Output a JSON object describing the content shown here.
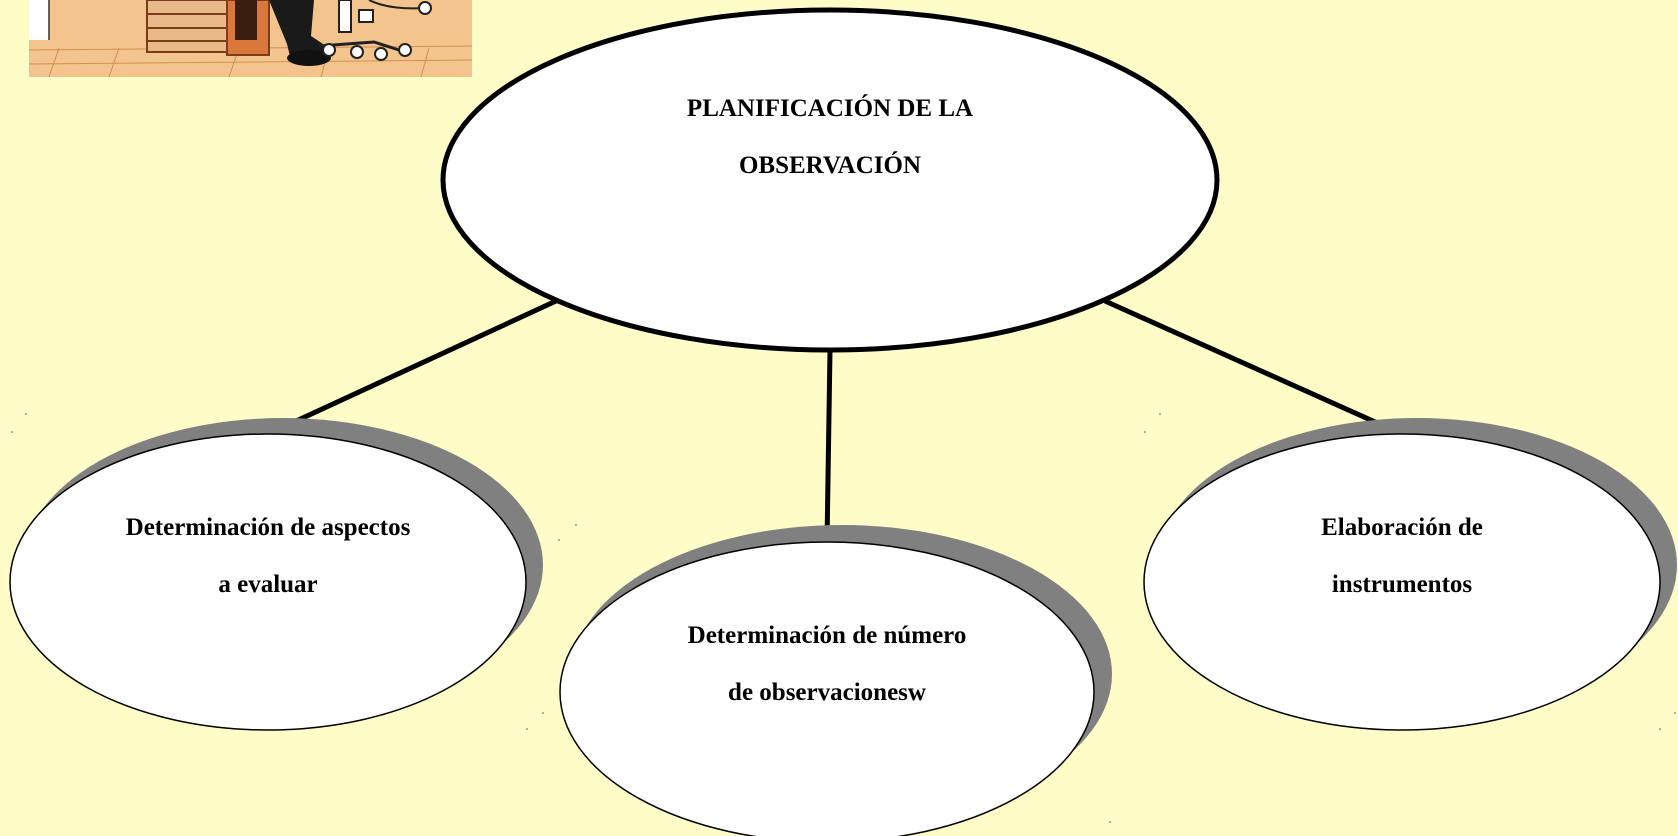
{
  "diagram": {
    "root": {
      "line1": "PLANIFICACIÓN DE LA",
      "line2": "OBSERVACIÓN"
    },
    "children": [
      {
        "line1": "Determinación de aspectos",
        "line2": "a evaluar"
      },
      {
        "line1": "Determinación de número",
        "line2": "de observacionesw"
      },
      {
        "line1": "Elaboración de",
        "line2": "instrumentos"
      }
    ]
  },
  "colors": {
    "background": "#fefdc8",
    "node_fill": "#ffffff",
    "node_stroke": "#000000",
    "shadow": "#808080"
  },
  "illustration": {
    "name": "cartoon-office-scene-illustration"
  }
}
